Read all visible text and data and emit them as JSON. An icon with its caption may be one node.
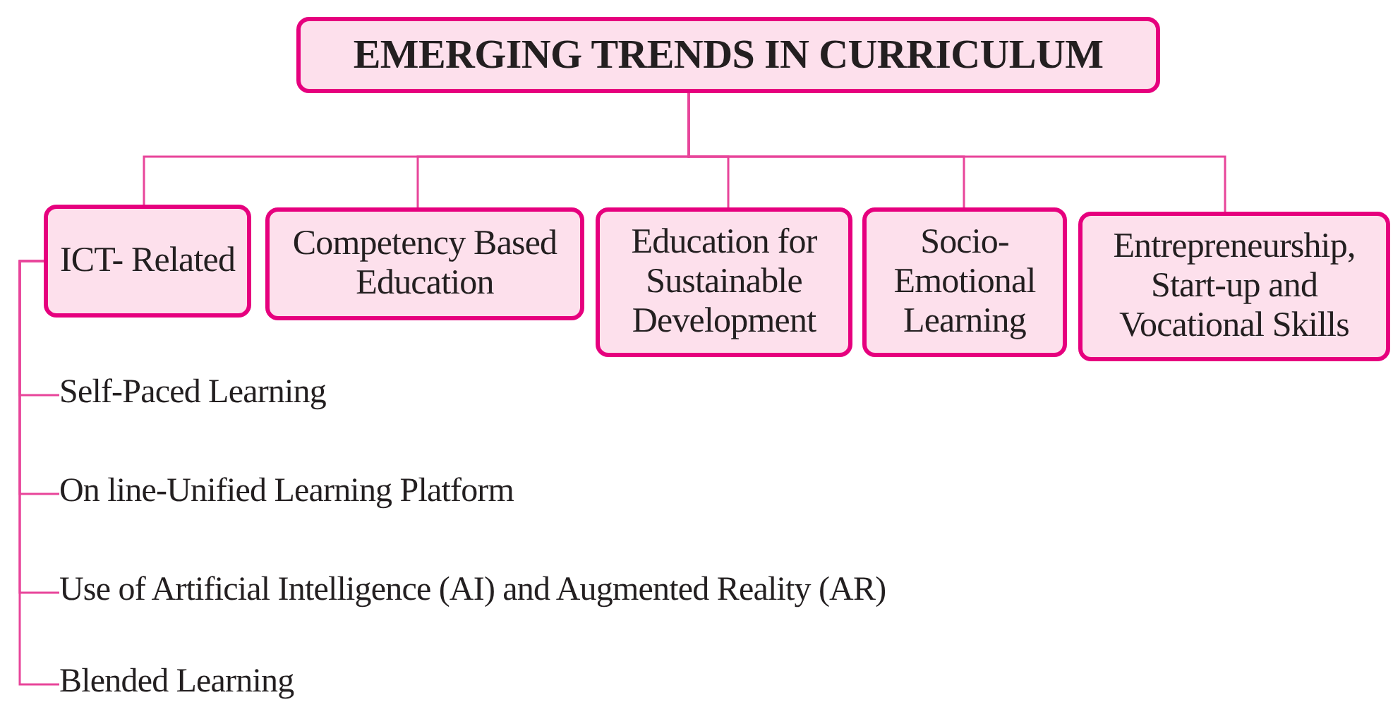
{
  "diagram": {
    "nodes": [
      {
        "text": [
          "EMERGING TRENDS IN CURRICULUM"
        ]
      },
      {
        "text": [
          "ICT- Related"
        ]
      },
      {
        "text": [
          "Competency Based Education"
        ]
      },
      {
        "text": [
          "Education for Sustainable Development"
        ]
      },
      {
        "text": [
          "Socio- Emotional Learning"
        ]
      },
      {
        "text": [
          "Entrepreneurship, Start-up and Vocational Skills"
        ]
      },
      {
        "text": [
          "Self-Paced Learning"
        ]
      },
      {
        "text": [
          "On line-Unified Learning Platform"
        ]
      },
      {
        "text": [
          "Use of Artificial Intelligence (AI) and Augmented Reality (AR)"
        ]
      },
      {
        "text": [
          "Blended Learning"
        ]
      }
    ],
    "edges": [
      {
        "from": 0,
        "to": 1,
        "arrow": "none"
      },
      {
        "from": 0,
        "to": 2,
        "arrow": "none"
      },
      {
        "from": 0,
        "to": 3,
        "arrow": "none"
      },
      {
        "from": 0,
        "to": 4,
        "arrow": "none"
      },
      {
        "from": 0,
        "to": 5,
        "arrow": "none"
      },
      {
        "from": 1,
        "to": 6,
        "arrow": "none"
      },
      {
        "from": 1,
        "to": 7,
        "arrow": "none"
      },
      {
        "from": 1,
        "to": 8,
        "arrow": "none"
      },
      {
        "from": 1,
        "to": 9,
        "arrow": "none"
      }
    ]
  }
}
